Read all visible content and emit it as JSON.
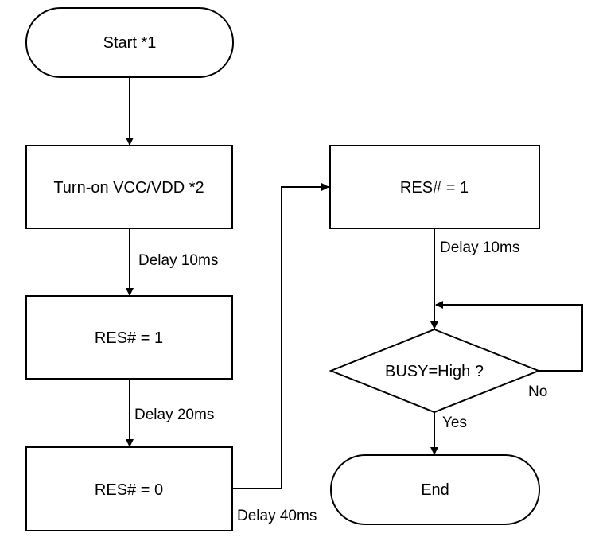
{
  "nodes": {
    "start": "Start *1",
    "power_on": "Turn-on VCC/VDD *2",
    "res_high_1": "RES# = 1",
    "res_low": "RES# = 0",
    "res_high_2": "RES# = 1",
    "busy_check": "BUSY=High ?",
    "end": "End"
  },
  "edges": {
    "delay_10ms_a": "Delay 10ms",
    "delay_20ms": "Delay 20ms",
    "delay_40ms": "Delay 40ms",
    "delay_10ms_b": "Delay 10ms",
    "no": "No",
    "yes": "Yes"
  }
}
